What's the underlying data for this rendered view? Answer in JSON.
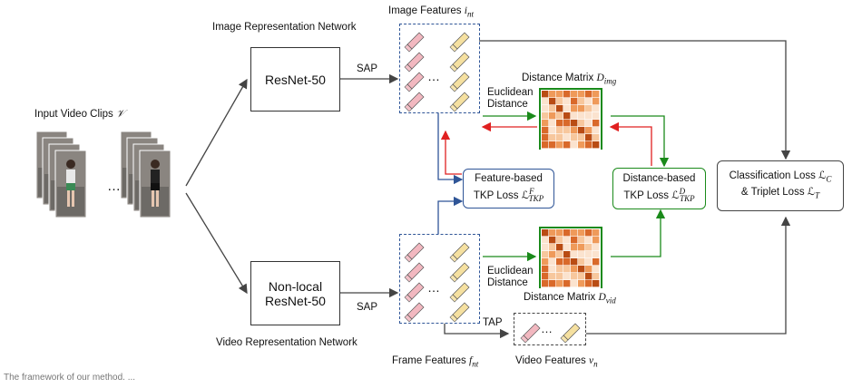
{
  "diagram": {
    "input": {
      "label": "Input Video Clips",
      "symbol": "𝒱"
    },
    "image_branch": {
      "network_label": "Image Representation Network",
      "backbone": "ResNet-50",
      "pool": "SAP",
      "features_label": "Image Features",
      "features_symbol": "i",
      "features_sub": "nt"
    },
    "video_branch": {
      "network_label": "Video Representation Network",
      "backbone_line1": "Non-local",
      "backbone_line2": "ResNet-50",
      "pool": "SAP",
      "frame_features_label": "Frame Features",
      "frame_features_symbol": "f",
      "frame_features_sub": "nt",
      "temporal_pool": "TAP",
      "video_features_label": "Video Features",
      "video_features_symbol": "v",
      "video_features_sub": "n"
    },
    "distance": {
      "euclidean_line1": "Euclidean",
      "euclidean_line2": "Distance",
      "matrix_img_label": "Distance Matrix",
      "matrix_img_symbol": "D",
      "matrix_img_sub": "img",
      "matrix_vid_label": "Distance Matrix",
      "matrix_vid_symbol": "D",
      "matrix_vid_sub": "vid"
    },
    "losses": {
      "feature_tkp_line1": "Feature-based",
      "feature_tkp_line2": "TKP Loss",
      "feature_tkp_sup": "F",
      "feature_tkp_sub": "TKP",
      "distance_tkp_line1": "Distance-based",
      "distance_tkp_line2": "TKP Loss",
      "distance_tkp_sup": "D",
      "distance_tkp_sub": "TKP",
      "classification_line1": "Classification Loss",
      "classification_sym": "C",
      "triplet_line2": "& Triplet Loss",
      "triplet_sym": "T",
      "script_L": "ℒ"
    },
    "ellipsis": "…",
    "colors": {
      "blue": "#2f5597",
      "green": "#1a8a1a",
      "red": "#e02020",
      "gray": "#444444",
      "pink": "#f2b8c0",
      "tan": "#f5e0a0"
    }
  },
  "caption_fragment": "The framework of our method. ..."
}
